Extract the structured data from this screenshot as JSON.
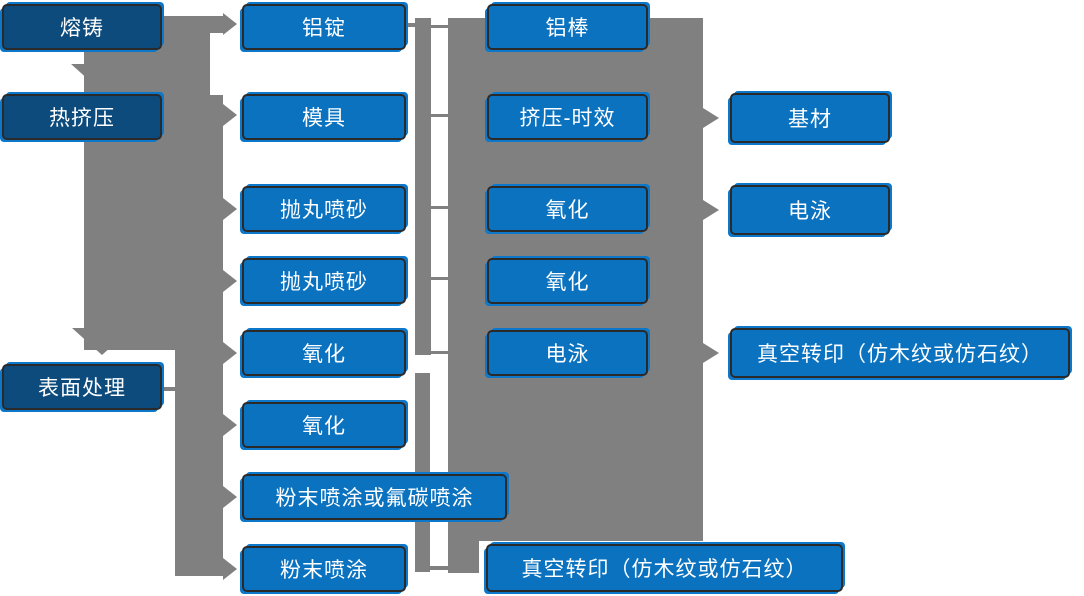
{
  "colors": {
    "primary": "#0b72c0",
    "primary_dark": "#0d4b7d",
    "connector": "#808080",
    "text": "#ffffff",
    "border": "#2a2a2a",
    "shadow": "#0d78ca",
    "background": "#ffffff"
  },
  "nodes": {
    "col1": [
      {
        "label": "熔铸"
      },
      {
        "label": "热挤压"
      },
      {
        "label": "表面处理"
      }
    ],
    "col2": [
      {
        "label": "铝锭"
      },
      {
        "label": "模具"
      },
      {
        "label": "抛丸喷砂"
      },
      {
        "label": "抛丸喷砂"
      },
      {
        "label": "氧化"
      },
      {
        "label": "氧化"
      },
      {
        "label": "粉末喷涂或氟碳喷涂"
      },
      {
        "label": "粉末喷涂"
      }
    ],
    "col3": [
      {
        "label": "铝棒"
      },
      {
        "label": "挤压-时效"
      },
      {
        "label": "氧化"
      },
      {
        "label": "氧化"
      },
      {
        "label": "电泳"
      },
      {
        "label": "真空转印（仿木纹或仿石纹）"
      }
    ],
    "col4": [
      {
        "label": "基材"
      },
      {
        "label": "电泳"
      },
      {
        "label": "真空转印（仿木纹或仿石纹）"
      }
    ]
  }
}
